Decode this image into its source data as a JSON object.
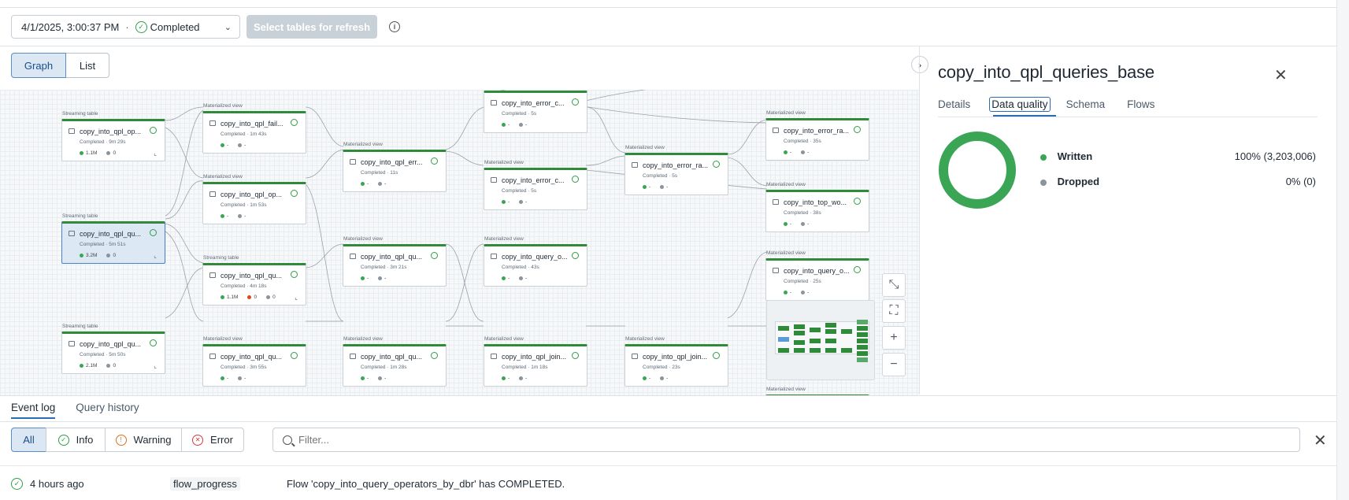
{
  "toolbar": {
    "run_datetime": "4/1/2025, 3:00:37 PM",
    "separator": "·",
    "run_status": "Completed",
    "refresh_button": "Select tables for refresh"
  },
  "view_toggle": {
    "graph": "Graph",
    "list": "List",
    "active": "Graph"
  },
  "nodes": [
    {
      "label": "Streaming table",
      "title": "copy_into_qpl_op...",
      "sub": "Completed · 9m 29s",
      "s1": "1.1M",
      "s2": "0"
    },
    {
      "label": "Streaming table",
      "title": "copy_into_qpl_qu...",
      "sub": "Completed · 5m 51s",
      "s1": "3.2M",
      "s2": "0",
      "selected": true
    },
    {
      "label": "Streaming table",
      "title": "copy_into_qpl_qu...",
      "sub": "Completed · 5m 50s",
      "s1": "2.1M",
      "s2": "0"
    },
    {
      "label": "Materialized view",
      "title": "copy_into_qpl_fail...",
      "sub": "Completed · 1m 43s",
      "s1": "-",
      "s2": "-"
    },
    {
      "label": "Materialized view",
      "title": "copy_into_qpl_op...",
      "sub": "Completed · 1m 53s",
      "s1": "-",
      "s2": "-"
    },
    {
      "label": "Streaming table",
      "title": "copy_into_qpl_qu...",
      "sub": "Completed · 4m 18s",
      "s1": "1.1M",
      "s2": "0",
      "s3": "0"
    },
    {
      "label": "Materialized view",
      "title": "copy_into_qpl_qu...",
      "sub": "Completed · 3m 55s",
      "s1": "-",
      "s2": "-"
    },
    {
      "label": "Materialized view",
      "title": "copy_into_qpl_err...",
      "sub": "Completed · 11s",
      "s1": "-",
      "s2": "-"
    },
    {
      "label": "Materialized view",
      "title": "copy_into_qpl_qu...",
      "sub": "Completed · 3m 21s",
      "s1": "-",
      "s2": "-"
    },
    {
      "label": "Materialized view",
      "title": "copy_into_qpl_qu...",
      "sub": "Completed · 1m 28s",
      "s1": "-",
      "s2": "-"
    },
    {
      "label": "",
      "title": "copy_into_error_c...",
      "sub": "Completed · 5s",
      "s1": "-",
      "s2": "-"
    },
    {
      "label": "Materialized view",
      "title": "copy_into_error_c...",
      "sub": "Completed · 5s",
      "s1": "-",
      "s2": "-"
    },
    {
      "label": "Materialized view",
      "title": "copy_into_query_o...",
      "sub": "Completed · 43s",
      "s1": "-",
      "s2": "-"
    },
    {
      "label": "Materialized view",
      "title": "copy_into_qpl_join...",
      "sub": "Completed · 1m 18s",
      "s1": "-",
      "s2": "-"
    },
    {
      "label": "Materialized view",
      "title": "copy_into_error_ra...",
      "sub": "Completed · 5s",
      "s1": "-",
      "s2": "-"
    },
    {
      "label": "Materialized view",
      "title": "copy_into_qpl_join...",
      "sub": "Completed · 23s",
      "s1": "-",
      "s2": "-"
    },
    {
      "label": "Materialized view",
      "title": "copy_into_error_ra...",
      "sub": "Completed · 35s",
      "s1": "-",
      "s2": "-"
    },
    {
      "label": "Materialized view",
      "title": "copy_into_top_wo...",
      "sub": "Completed · 38s",
      "s1": "-",
      "s2": "-"
    },
    {
      "label": "Materialized view",
      "title": "copy_into_query_o...",
      "sub": "Completed · 25s",
      "s1": "-",
      "s2": "-"
    },
    {
      "label": "Materialized view",
      "title": "",
      "sub": "",
      "s1": "",
      "s2": ""
    }
  ],
  "details": {
    "title": "copy_into_qpl_queries_base",
    "tabs": [
      "Details",
      "Data quality",
      "Schema",
      "Flows"
    ],
    "active_tab": "Data quality",
    "written_label": "Written",
    "written_value": "100% (3,203,006)",
    "dropped_label": "Dropped",
    "dropped_value": "0% (0)",
    "written_fraction": 1.0,
    "colors": {
      "written": "#3aa655",
      "dropped": "#8a949c"
    }
  },
  "event_log": {
    "tabs": [
      "Event log",
      "Query history"
    ],
    "active_tab": "Event log",
    "filters": [
      "All",
      "Info",
      "Warning",
      "Error"
    ],
    "active_filter": "All",
    "filter_placeholder": "Filter...",
    "rows": [
      {
        "time": "4 hours ago",
        "type": "flow_progress",
        "message": "Flow 'copy_into_query_operators_by_dbr' has COMPLETED."
      }
    ]
  }
}
